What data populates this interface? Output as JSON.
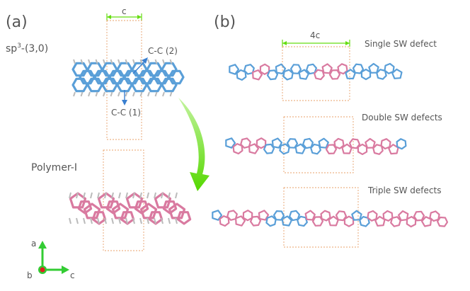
{
  "panels": {
    "a": {
      "label": "(a)",
      "top_structure_label": "sp",
      "top_structure_sup": "3",
      "top_structure_suffix": "-(3,0)",
      "bond_label_1": "C-C (1)",
      "bond_label_2": "C-C (2)",
      "cell_label": "c",
      "bottom_structure_label": "Polymer-I",
      "axes": {
        "a": "a",
        "b": "b",
        "c": "c"
      }
    },
    "b": {
      "label": "(b)",
      "cell_label": "4c",
      "defect_labels": [
        "Single SW defect",
        "Double SW defects",
        "Triple SW defects"
      ]
    }
  },
  "colors": {
    "blue_bonds": "#5a9fd8",
    "pink_bonds": "#d97aa0",
    "green_arrow": "#66dd11",
    "cell_box": "#e8a16a",
    "axis_green": "#33cc33",
    "axis_red": "#e02020"
  }
}
